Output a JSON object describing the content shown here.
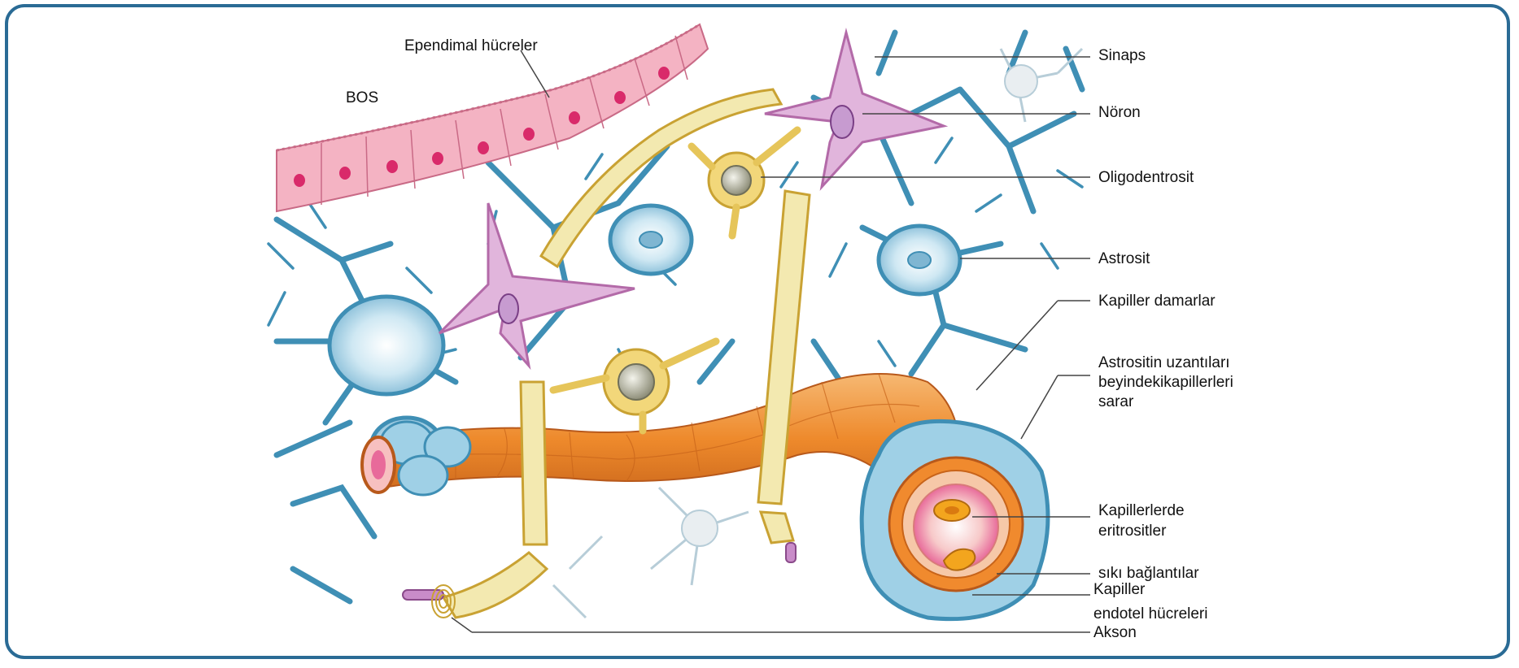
{
  "labels": {
    "ependimal": "Ependimal hücreler",
    "bos": "BOS",
    "sinaps": "Sinaps",
    "noron": "Nöron",
    "oligodentrosit": "Oligodentrosit",
    "astrosit": "Astrosit",
    "kapiller_damarlar": "Kapiller damarlar",
    "astrositin_uzantilari_1": "Astrositin uzantıları",
    "astrositin_uzantilari_2": "beyindekikapillerleri",
    "astrositin_uzantilari_3": "sarar",
    "kapillerlerde_1": "Kapillerlerde",
    "kapillerlerde_2": "eritrositler",
    "siki_baglantilar": "sıkı bağlantılar",
    "kapiller_endotel_1": "Kapiller",
    "kapiller_endotel_2": "endotel hücreleri",
    "akson": "Akson"
  },
  "colors": {
    "frame": "#2a6b95",
    "astrocyte": "#3f8fb5",
    "astrocyte_fill": "#bfe0ee",
    "ependymal": "#f3aebf",
    "ependymal_nucleus": "#d92a6a",
    "neuron": "#cf8cc4",
    "oligo": "#f2d77a",
    "capillary": "#f08a2e",
    "axon": "#eee3a8"
  }
}
